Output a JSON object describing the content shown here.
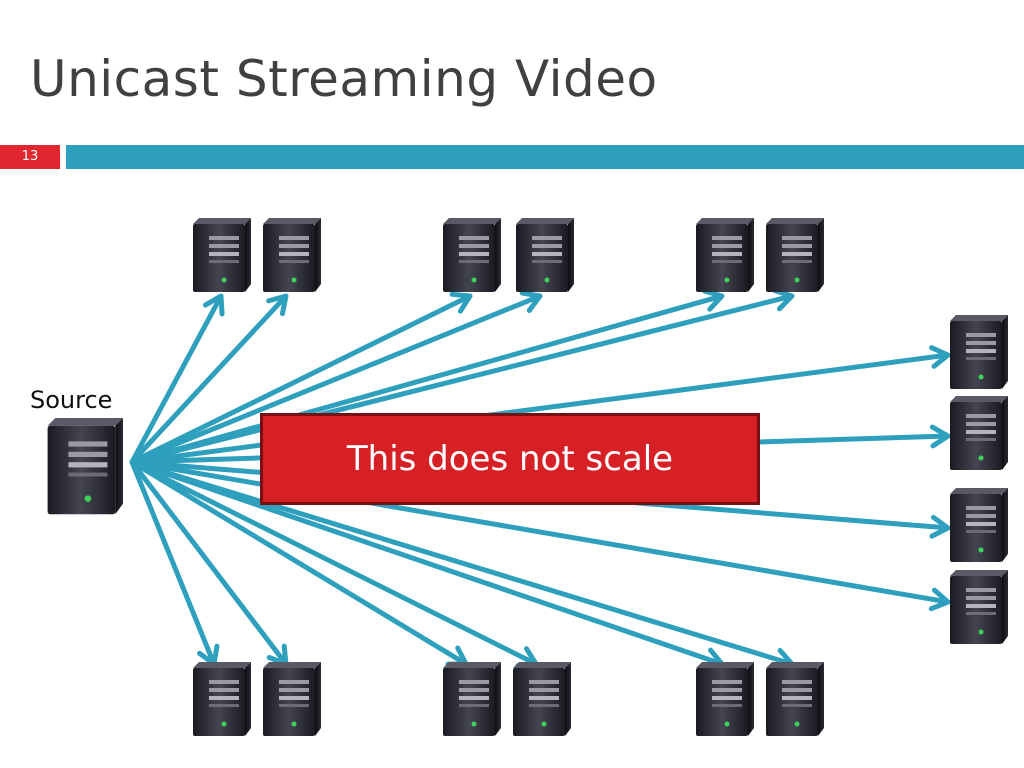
{
  "slide": {
    "title": "Unicast Streaming Video",
    "number": "13",
    "accent_color": "#2ea0bd",
    "number_bg_color": "#e0262e"
  },
  "diagram": {
    "source_label": "Source",
    "callout_text": "This does not scale",
    "callout_color": "#d71f26",
    "arrow_color": "#2ea0bd",
    "receiver_count": 16,
    "node_icon": "server-tower-icon"
  }
}
